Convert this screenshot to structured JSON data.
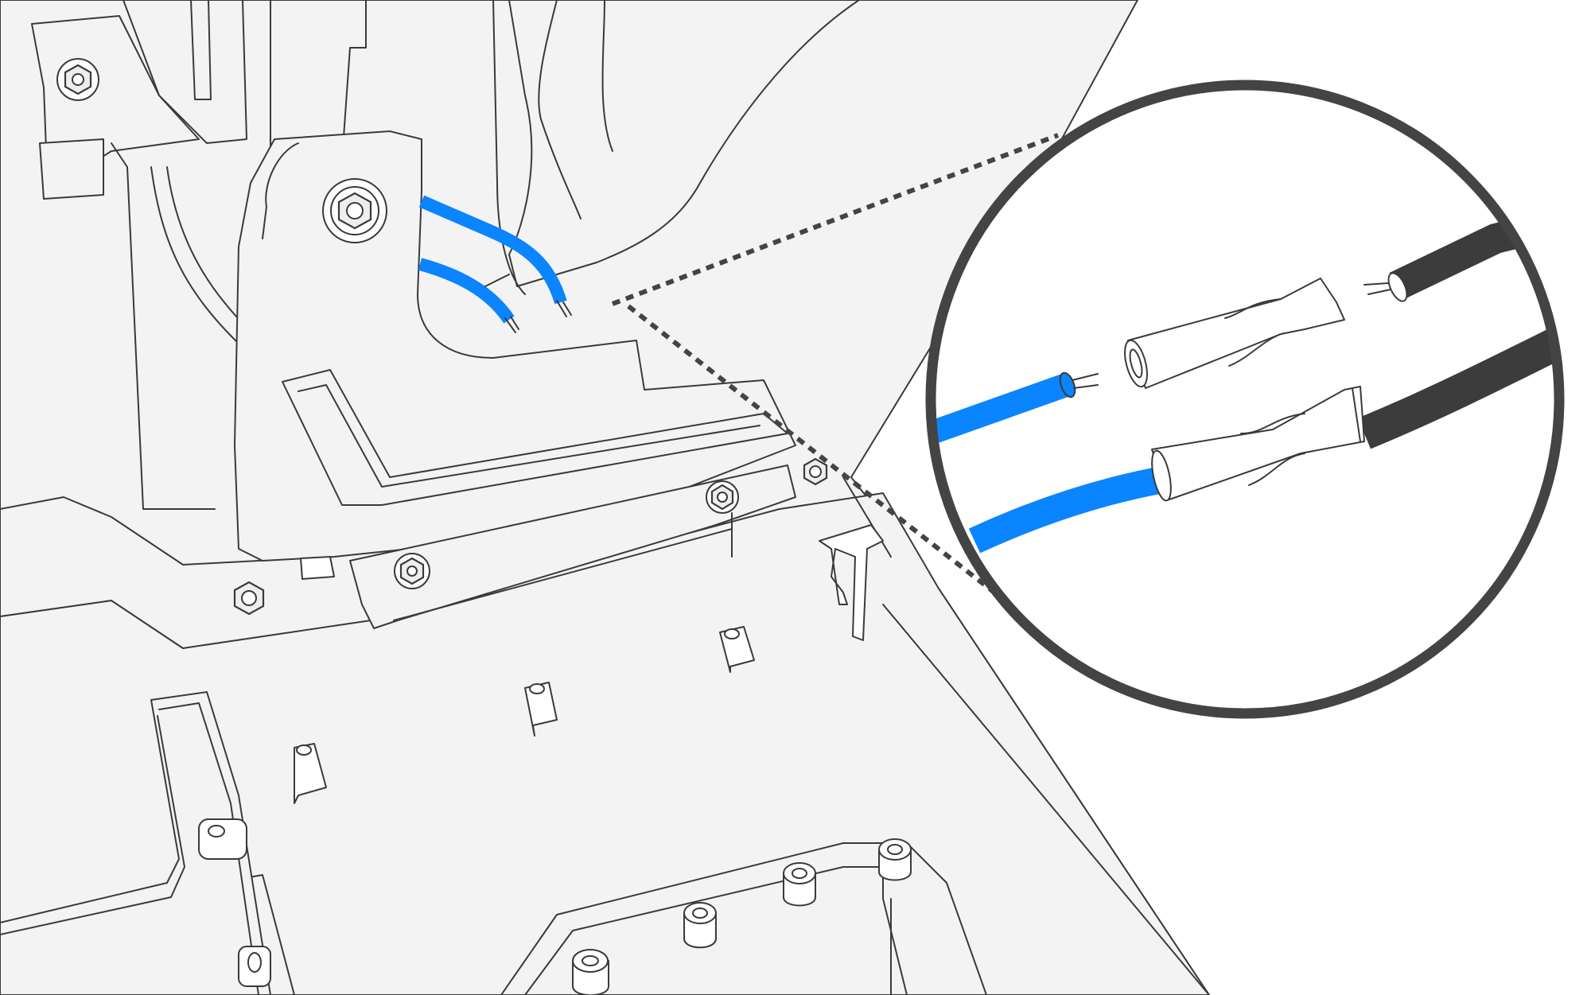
{
  "diagram": {
    "style": "technical line illustration",
    "colors": {
      "background": "#ffffff",
      "part_fill": "#f3f3f3",
      "outline": "#3a3a3a",
      "wire_blue": "#0a84ff",
      "wire_black": "#3c3c3c",
      "connector_fill": "#f2f2f2",
      "callout_ring": "#444444"
    },
    "elements": [
      "chassis-frame",
      "mounting-bracket",
      "blue-wires",
      "hex-nuts",
      "standoffs",
      "zoom-callout",
      "butt-splice-connectors",
      "black-cables"
    ]
  }
}
